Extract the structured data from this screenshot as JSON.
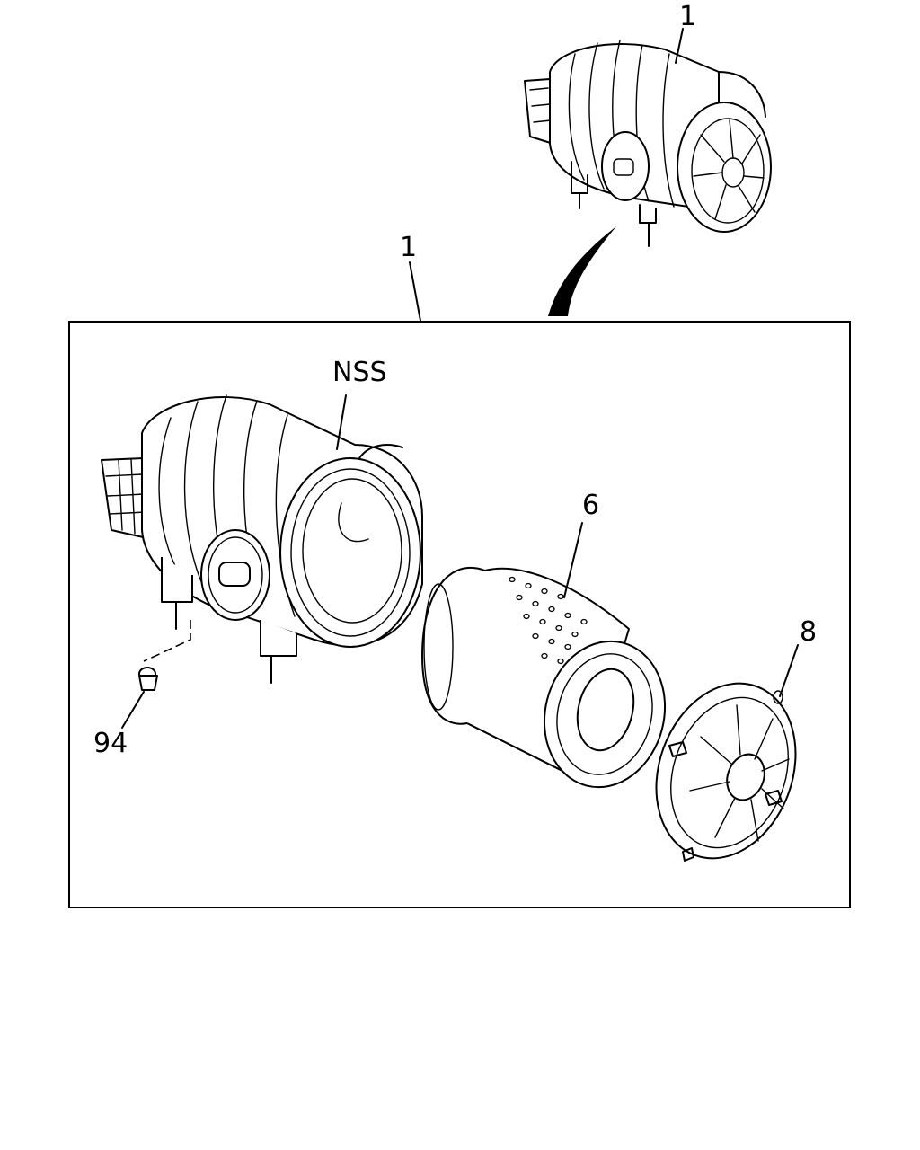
{
  "callouts": {
    "assembly_top": "1",
    "assembly_box": "1",
    "housing": "NSS",
    "element": "6",
    "cover": "8",
    "drain_valve": "94"
  }
}
